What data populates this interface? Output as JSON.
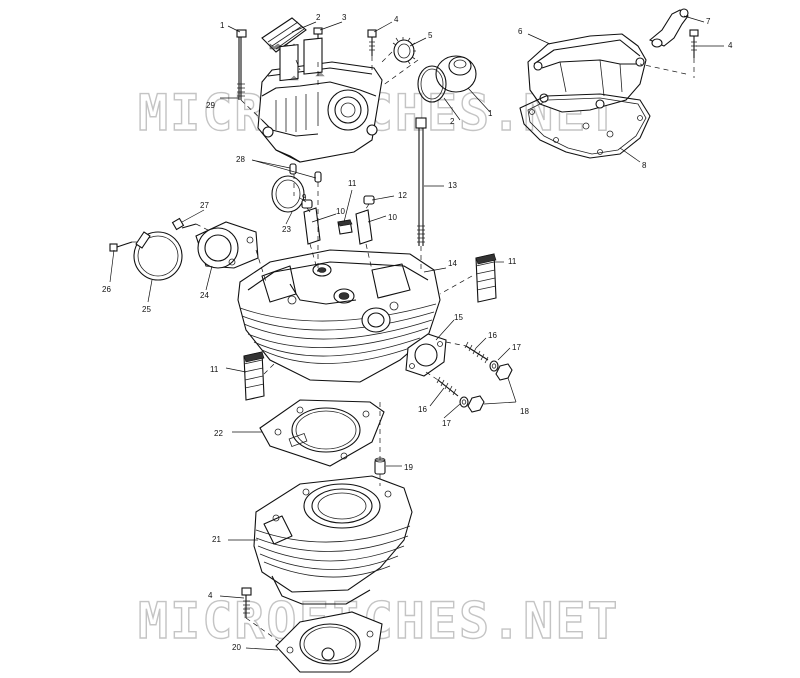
{
  "watermark": {
    "text": "MICROFICHES.NET"
  },
  "callouts": [
    {
      "id": "c1",
      "text": "1"
    },
    {
      "id": "c2",
      "text": "2"
    },
    {
      "id": "c3",
      "text": "3"
    },
    {
      "id": "c4a",
      "text": "4"
    },
    {
      "id": "c5",
      "text": "5"
    },
    {
      "id": "c6",
      "text": "6"
    },
    {
      "id": "c7",
      "text": "7"
    },
    {
      "id": "c4b",
      "text": "4"
    },
    {
      "id": "c29",
      "text": "29"
    },
    {
      "id": "c2b",
      "text": "2"
    },
    {
      "id": "c1b",
      "text": "1"
    },
    {
      "id": "c8",
      "text": "8"
    },
    {
      "id": "c28",
      "text": "28"
    },
    {
      "id": "c11a",
      "text": "11"
    },
    {
      "id": "c9",
      "text": "9"
    },
    {
      "id": "c12",
      "text": "12"
    },
    {
      "id": "c13",
      "text": "13"
    },
    {
      "id": "c27",
      "text": "27"
    },
    {
      "id": "c23",
      "text": "23"
    },
    {
      "id": "c10a",
      "text": "10"
    },
    {
      "id": "c10b",
      "text": "10"
    },
    {
      "id": "c11b",
      "text": "11"
    },
    {
      "id": "c14",
      "text": "14"
    },
    {
      "id": "c26",
      "text": "26"
    },
    {
      "id": "c24",
      "text": "24"
    },
    {
      "id": "c25",
      "text": "25"
    },
    {
      "id": "c15",
      "text": "15"
    },
    {
      "id": "c16a",
      "text": "16"
    },
    {
      "id": "c17a",
      "text": "17"
    },
    {
      "id": "c11c",
      "text": "11"
    },
    {
      "id": "c16b",
      "text": "16"
    },
    {
      "id": "c17b",
      "text": "17"
    },
    {
      "id": "c18",
      "text": "18"
    },
    {
      "id": "c22",
      "text": "22"
    },
    {
      "id": "c19",
      "text": "19"
    },
    {
      "id": "c21",
      "text": "21"
    },
    {
      "id": "c4c",
      "text": "4"
    },
    {
      "id": "c20",
      "text": "20"
    }
  ]
}
